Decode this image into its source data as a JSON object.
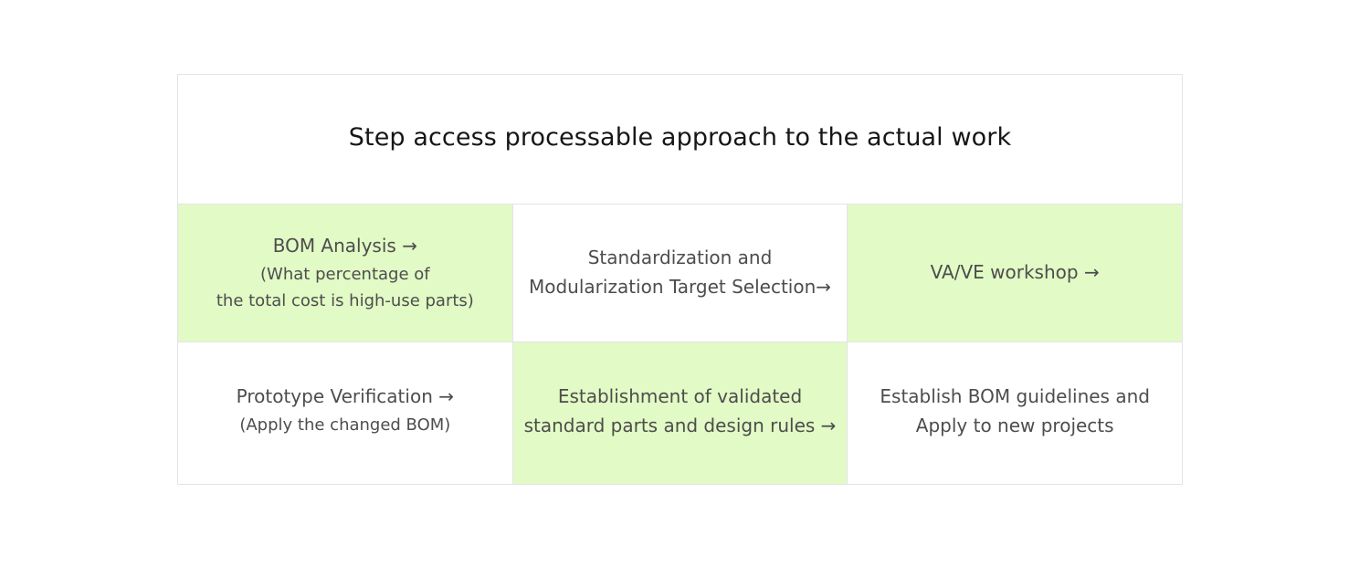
{
  "page": {
    "background": "#ffffff",
    "text_color": "#4d4d4d",
    "title_color": "#161616",
    "highlight_color": "#e2fac5",
    "border_color": "#e4e4e8"
  },
  "table": {
    "title": "Step access processable approach to the actual work",
    "rows": [
      {
        "row_index": 1,
        "cells": [
          {
            "highlighted": true,
            "lines": [
              "BOM Analysis →",
              "(What percentage of",
              "the total cost is high-use parts)"
            ]
          },
          {
            "highlighted": false,
            "lines": [
              "Standardization and",
              "Modularization Target Selection→"
            ]
          },
          {
            "highlighted": true,
            "lines": [
              "VA/VE workshop →"
            ]
          }
        ]
      },
      {
        "row_index": 2,
        "cells": [
          {
            "highlighted": false,
            "lines": [
              "Prototype Verification →",
              "(Apply the changed BOM)"
            ]
          },
          {
            "highlighted": true,
            "lines": [
              "Establishment of validated",
              "standard parts and design rules →"
            ]
          },
          {
            "highlighted": false,
            "lines": [
              "Establish BOM guidelines and",
              "Apply to new projects"
            ]
          }
        ]
      }
    ]
  }
}
